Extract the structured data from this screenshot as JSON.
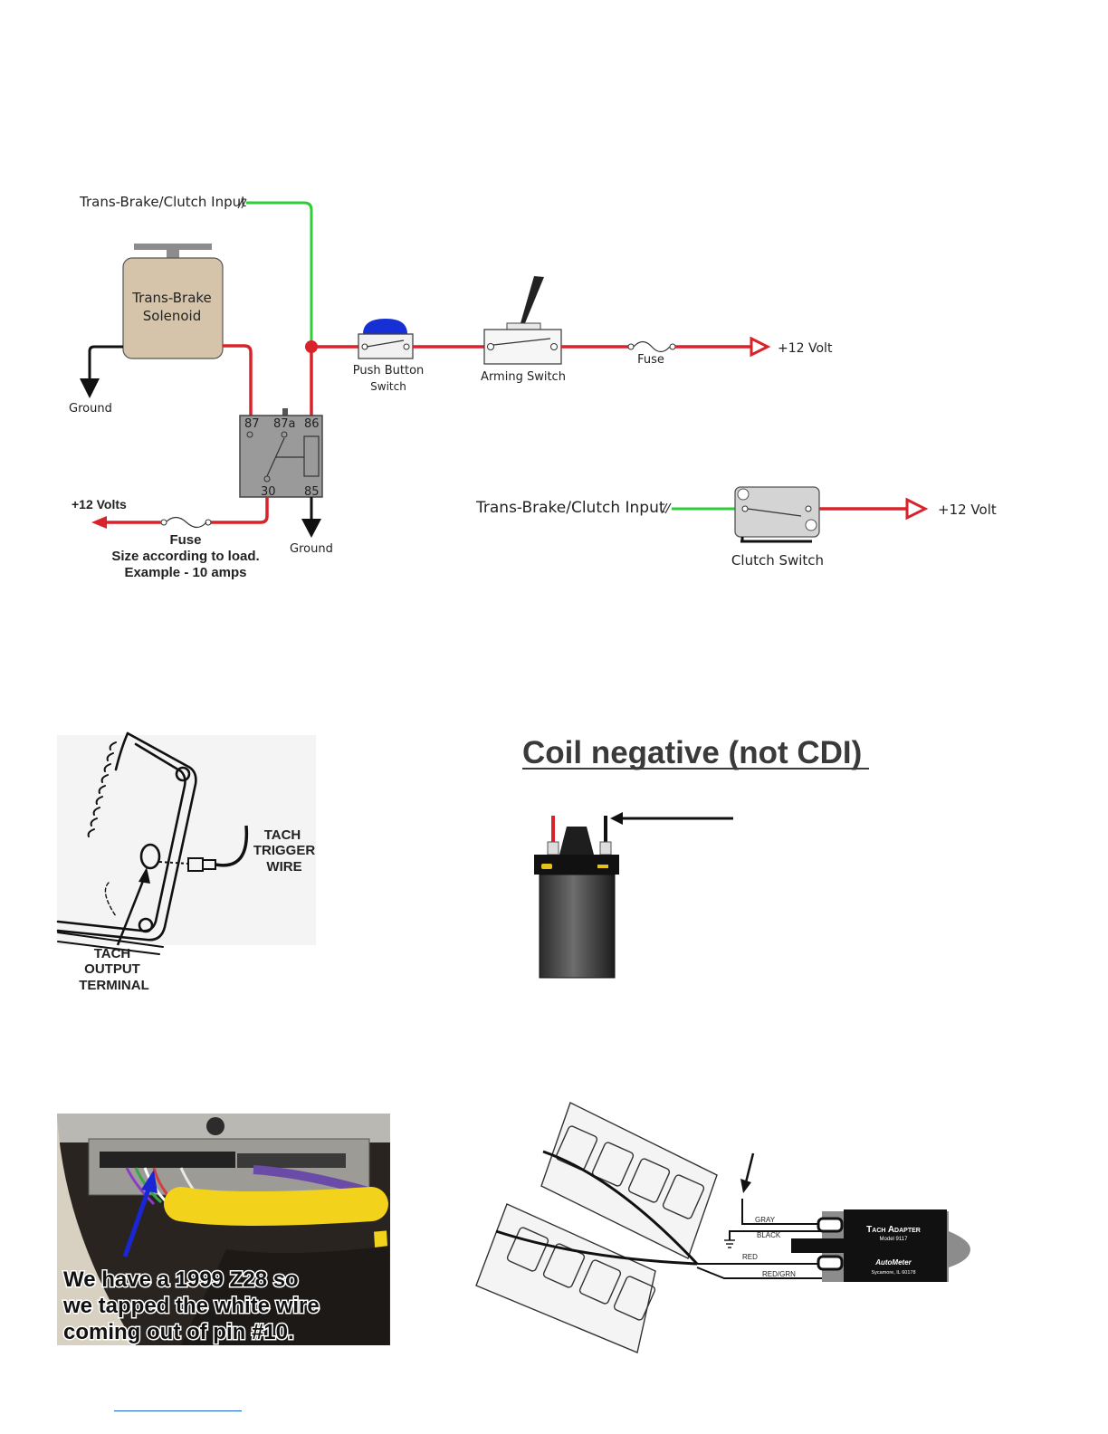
{
  "colors": {
    "power_wire": "#d8232a",
    "trigger_wire": "#2fcc3a",
    "ground_wire": "#111111",
    "solenoid_fill": "#d6c4aa",
    "relay_fill": "#9a9a9a",
    "push_button_cap": "#1630d6",
    "arrow_highlight": "#1a26d6",
    "wire_loom": "#f2d21a"
  },
  "relay_diagram": {
    "trigger_input_label": "Trans-Brake/Clutch Input",
    "solenoid_label_line1": "Trans-Brake",
    "solenoid_label_line2": "Solenoid",
    "ground_left_label": "Ground",
    "relay_pins": {
      "p87": "87",
      "p87a": "87a",
      "p86": "86",
      "p30": "30",
      "p85": "85"
    },
    "relay_ground_label": "Ground",
    "push_button_label_line1": "Push Button",
    "push_button_label_line2": "Switch",
    "arming_switch_label": "Arming Switch",
    "fuse_top_label": "Fuse",
    "volt_top_label": "+12 Volt",
    "volts_left_label": "+12 Volts",
    "fuse_bottom_label": "Fuse",
    "fuse_size_line": "Size according to load.",
    "fuse_example_line": "Example - 10 amps"
  },
  "clutch_diagram": {
    "input_label": "Trans-Brake/Clutch Input",
    "switch_label": "Clutch Switch",
    "volt_label": "+12 Volt"
  },
  "ecm_sketch": {
    "trigger_line1": "TACH",
    "trigger_line2": "TRIGGER",
    "trigger_line3": "WIRE",
    "terminal_line1": "TACH",
    "terminal_line2": "OUTPUT",
    "terminal_line3": "TERMINAL"
  },
  "coil_diagram": {
    "title": "Coil negative (not CDI)"
  },
  "photo_caption": {
    "line1": "We have a 1999 Z28 so",
    "line2": "we tapped the white wire",
    "line3": "coming out of pin #10."
  },
  "tach_adapter": {
    "gray": "GRAY",
    "black": "BLACK",
    "red": "RED",
    "red_grn": "RED/GRN",
    "brand_title": "Tach Adapter",
    "model": "Model 9117",
    "maker": "AutoMeter",
    "address": "Sycamore, IL 60178"
  }
}
